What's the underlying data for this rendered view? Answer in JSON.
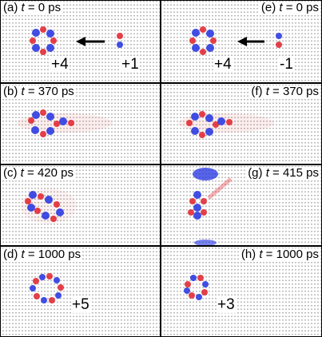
{
  "panels": [
    {
      "id": "a",
      "label_prefix": "(a) ",
      "t_var": "t",
      "t_value": " = 0 ps",
      "charges": [
        "+4",
        "+1"
      ]
    },
    {
      "id": "e",
      "label_prefix": "(e) ",
      "t_var": "t",
      "t_value": " = 0 ps",
      "charges": [
        "+4",
        "-1"
      ]
    },
    {
      "id": "b",
      "label_prefix": "(b) ",
      "t_var": "t",
      "t_value": " = 370 ps",
      "charges": []
    },
    {
      "id": "f",
      "label_prefix": "(f) ",
      "t_var": "t",
      "t_value": " = 370 ps",
      "charges": []
    },
    {
      "id": "c",
      "label_prefix": "(c) ",
      "t_var": "t",
      "t_value": " = 420 ps",
      "charges": []
    },
    {
      "id": "g",
      "label_prefix": "(g) ",
      "t_var": "t",
      "t_value": " = 415 ps",
      "charges": []
    },
    {
      "id": "d",
      "label_prefix": "(d) ",
      "t_var": "t",
      "t_value": " = 1000 ps",
      "charges": [
        "+5"
      ]
    },
    {
      "id": "h",
      "label_prefix": "(h) ",
      "t_var": "t",
      "t_value": " = 1000 ps",
      "charges": [
        "+3"
      ]
    }
  ],
  "colors": {
    "positive": "#e0202a",
    "negative": "#2030e0",
    "arrow": "#000000",
    "grid_dot": "#000000"
  }
}
